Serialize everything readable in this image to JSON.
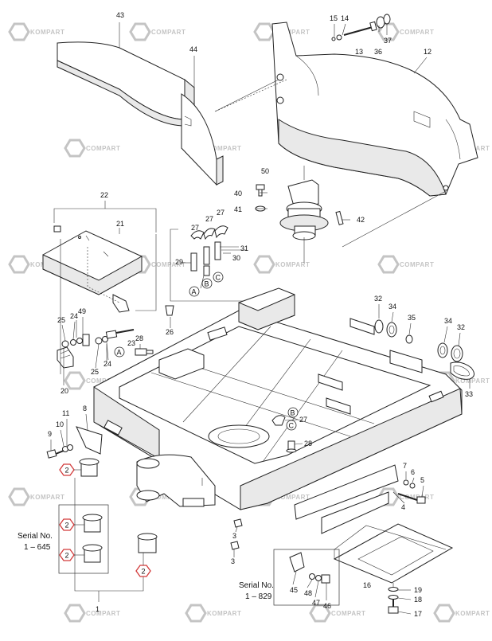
{
  "watermark": {
    "text": "KOMPART",
    "alt_text": "COMPART",
    "color": "#c4c4c4"
  },
  "highlight_color": "#d23a3a",
  "part_numbers": [
    "1",
    "2",
    "3",
    "4",
    "5",
    "6",
    "7",
    "8",
    "9",
    "10",
    "11",
    "12",
    "13",
    "14",
    "15",
    "16",
    "17",
    "18",
    "19",
    "20",
    "21",
    "22",
    "23",
    "24",
    "25",
    "26",
    "27",
    "28",
    "29",
    "30",
    "31",
    "32",
    "33",
    "34",
    "35",
    "36",
    "37",
    "40",
    "41",
    "42",
    "43",
    "44",
    "45",
    "46",
    "47",
    "48",
    "49",
    "50"
  ],
  "callout_letters": [
    "A",
    "B",
    "C"
  ],
  "serial_notes": [
    {
      "line1": "Serial No.",
      "line2": "1 – 645"
    },
    {
      "line1": "Serial No.",
      "line2": "1 – 829"
    }
  ],
  "labels": {
    "l43": "43",
    "l44": "44",
    "l15": "15",
    "l14": "14",
    "l37": "37",
    "l36": "36",
    "l13": "13",
    "l12": "12",
    "l50": "50",
    "l40": "40",
    "l41": "41",
    "l42": "42",
    "l22": "22",
    "l21": "21",
    "l27a": "27",
    "l27b": "27",
    "l27c": "27",
    "l31": "31",
    "l30": "30",
    "l29": "29",
    "l49": "49",
    "l25a": "25",
    "l24a": "24",
    "l26": "26",
    "l28a": "28",
    "l23": "23",
    "l25b": "25",
    "l24b": "24",
    "l20": "20",
    "l32a": "32",
    "l34a": "34",
    "l35": "35",
    "l34b": "34",
    "l32b": "32",
    "l33": "33",
    "l8": "8",
    "l11": "11",
    "l10": "10",
    "l9": "9",
    "l7": "7",
    "l6": "6",
    "l5": "5",
    "l4": "4",
    "l3a": "3",
    "l3b": "3",
    "l1": "1",
    "l16": "16",
    "l19": "19",
    "l18": "18",
    "l17": "17",
    "l45": "45",
    "l48": "48",
    "l47": "47",
    "l46": "46",
    "l28b": "28",
    "l27d": "27",
    "h2a": "2",
    "h2b": "2",
    "h2c": "2",
    "h2d": "2",
    "cA1": "A",
    "cB1": "B",
    "cC1": "C",
    "cA2": "A",
    "cB2": "B",
    "cC2": "C"
  }
}
